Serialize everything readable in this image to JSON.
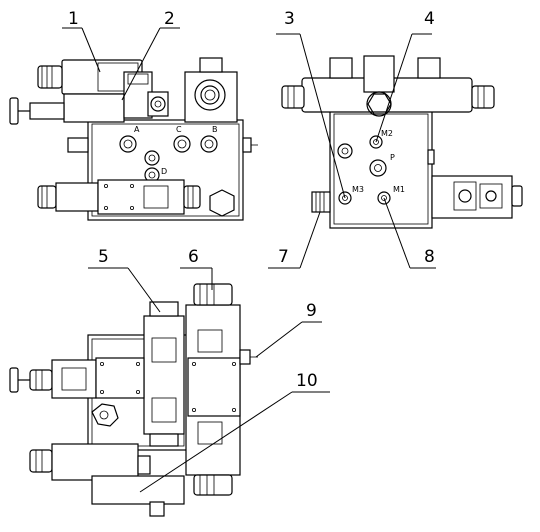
{
  "callouts": {
    "c1": "1",
    "c2": "2",
    "c3": "3",
    "c4": "4",
    "c5": "5",
    "c6": "6",
    "c7": "7",
    "c8": "8",
    "c9": "9",
    "c10": "10"
  },
  "ports": {
    "a": "A",
    "b": "B",
    "c": "C",
    "d": "D",
    "p": "P",
    "m1": "M1",
    "m2": "M2",
    "m3": "M3"
  },
  "colors": {
    "line": "#000000",
    "background": "#ffffff"
  }
}
